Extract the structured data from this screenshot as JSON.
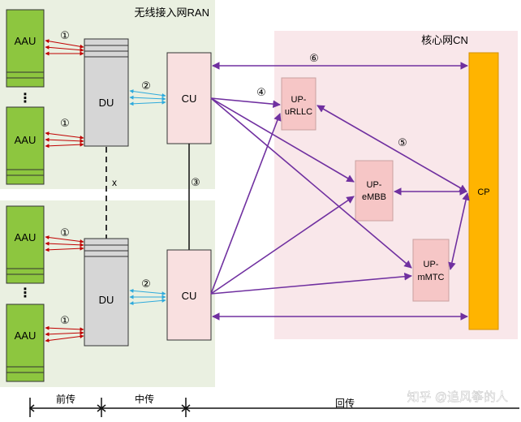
{
  "ran": {
    "title": "无线接入网RAN"
  },
  "cn": {
    "title": "核心网CN"
  },
  "nodes": {
    "aau": "AAU",
    "du": "DU",
    "cu": "CU",
    "up_urllc": [
      "UP-",
      "uRLLC"
    ],
    "up_embb": [
      "UP-",
      "eMBB"
    ],
    "up_mmtc": [
      "UP-",
      "mMTC"
    ],
    "cp": "CP",
    "ellipsis": "⋮"
  },
  "interfaces": {
    "i1": "①",
    "i2": "②",
    "i3": "③",
    "i4": "④",
    "i5": "⑤",
    "i6": "⑥",
    "x": "x"
  },
  "bottom_axis": {
    "fronthaul": "前传",
    "midhaul": "中传",
    "backhaul": "回传"
  },
  "watermark": "知乎 @追风筝的人",
  "colors": {
    "ran_bg": "#eaf0e1",
    "cn_bg": "#f9e7ea",
    "aau_fill": "#8dc63f",
    "du_fill": "#d6d6d6",
    "cu_fill": "#f9e0e0",
    "up_fill": "#f6c6c6",
    "cp_fill": "#ffb400",
    "purple": "#7030a0",
    "red": "#c00000",
    "cyan": "#2eaadc"
  }
}
